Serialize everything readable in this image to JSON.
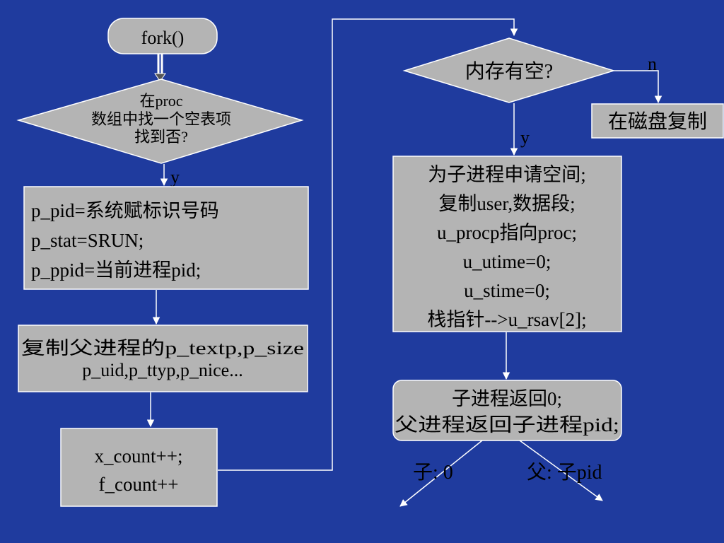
{
  "colors": {
    "background": "#1f3b9e",
    "node_fill": "#b4b4b4",
    "node_stroke": "#ffffff",
    "line": "#ffffff",
    "text": "#000000"
  },
  "nodes": {
    "fork": {
      "label": "fork()"
    },
    "find_proc_slot": {
      "lines": [
        "在proc",
        "数组中找一个空表项",
        "找到否?"
      ]
    },
    "set_pid": {
      "lines": [
        "p_pid=系统赋标识号码",
        "p_stat=SRUN;",
        "p_ppid=当前进程pid;"
      ]
    },
    "copy_parent": {
      "lines": [
        "复制父进程的p_textp,p_size",
        "p_uid,p_ttyp,p_nice..."
      ]
    },
    "count": {
      "lines": [
        "x_count++;",
        "f_count++"
      ]
    },
    "memory_check": {
      "label": "内存有空?"
    },
    "disk_copy": {
      "label": "在磁盘复制"
    },
    "alloc_space": {
      "lines": [
        "为子进程申请空间;",
        "复制user,数据段;",
        "u_procp指向proc;",
        "u_utime=0;",
        "u_stime=0;",
        "栈指针-->u_rsav[2];"
      ]
    },
    "return_values": {
      "lines": [
        "子进程返回0;",
        "父进程返回子进程pid;"
      ]
    }
  },
  "edge_labels": {
    "proc_yes": "y",
    "memory_no": "n",
    "memory_yes": "y",
    "child_return": "子: 0",
    "parent_return": "父: 子pid"
  }
}
